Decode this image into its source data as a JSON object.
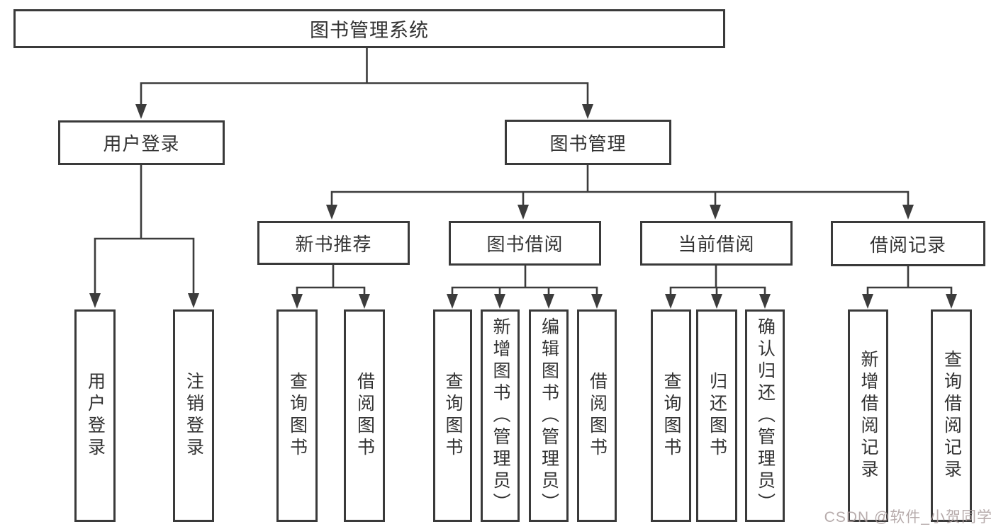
{
  "diagram": {
    "watermark": "CSDN @软件_小贺同学",
    "colors": {
      "line": "#3c3c3c",
      "box_border": "#3a3a3a",
      "text": "#333333",
      "background": "#ffffff",
      "watermark": "#aa9e9e"
    },
    "tree": {
      "label": "图书管理系统",
      "children": [
        {
          "label": "用户登录",
          "children": [
            {
              "label": "用户登录"
            },
            {
              "label": "注销登录"
            }
          ]
        },
        {
          "label": "图书管理",
          "children": [
            {
              "label": "新书推荐",
              "children": [
                {
                  "label": "查询图书"
                },
                {
                  "label": "借阅图书"
                }
              ]
            },
            {
              "label": "图书借阅",
              "children": [
                {
                  "label": "查询图书"
                },
                {
                  "label": "新增图书（管理员）"
                },
                {
                  "label": "编辑图书（管理员）"
                },
                {
                  "label": "借阅图书"
                }
              ]
            },
            {
              "label": "当前借阅",
              "children": [
                {
                  "label": "查询图书"
                },
                {
                  "label": "归还图书"
                },
                {
                  "label": "确认归还（管理员）"
                }
              ]
            },
            {
              "label": "借阅记录",
              "children": [
                {
                  "label": "新增借阅记录"
                },
                {
                  "label": "查询借阅记录"
                }
              ]
            }
          ]
        }
      ]
    }
  }
}
